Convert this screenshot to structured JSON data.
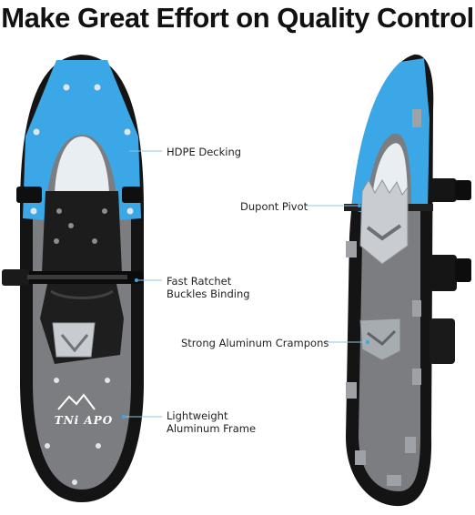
{
  "title": "Make Great Effort on Quality Control",
  "brand": "TNi APO",
  "labels": {
    "hdpe": "HDPE Decking",
    "pivot": "Dupont Pivot",
    "binding_line1": "Fast Ratchet",
    "binding_line2": "Buckles Binding",
    "crampons": "Strong Aluminum Crampons",
    "frame_line1": "Lightweight",
    "frame_line2": "Aluminum Frame"
  },
  "colors": {
    "accent_blue": "#3ba7e6",
    "frame_black": "#141414",
    "deck_gray": "#7b7d80",
    "callout_line": "#8fc4e6"
  }
}
